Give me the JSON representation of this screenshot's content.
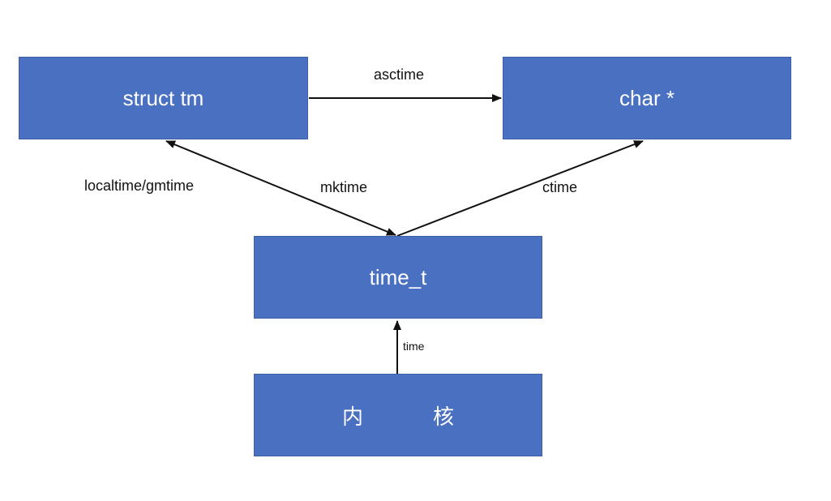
{
  "nodes": {
    "struct_tm": "struct tm",
    "char_ptr": "char *",
    "time_t": "time_t",
    "kernel": [
      "内",
      "核"
    ]
  },
  "edges": {
    "asctime": "asctime",
    "localtime_gmtime": "localtime/gmtime",
    "mktime": "mktime",
    "ctime": "ctime",
    "time": "time"
  },
  "colors": {
    "node_fill": "#4a70c2",
    "node_text": "#ffffff",
    "edge": "#111111"
  }
}
